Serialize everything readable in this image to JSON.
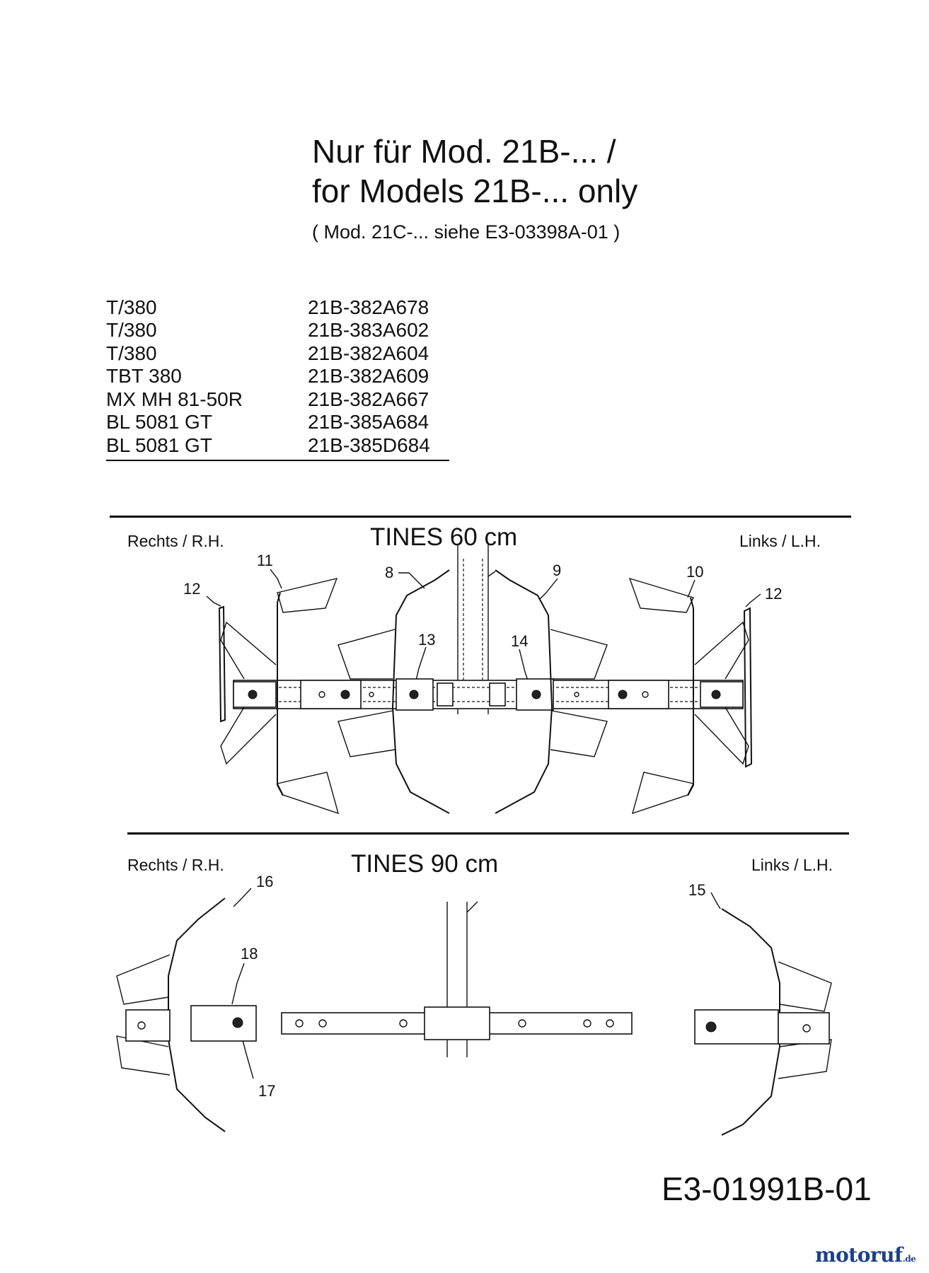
{
  "title": {
    "line1": "Nur für Mod.  21B-... /",
    "line2": "for  Models  21B-...   only",
    "note": "(  Mod. 21C-...  siehe  E3-03398A-01  )"
  },
  "models": [
    {
      "model": "T/380",
      "code": "21B-382A678"
    },
    {
      "model": "T/380",
      "code": "21B-383A602"
    },
    {
      "model": "T/380",
      "code": "21B-382A604"
    },
    {
      "model": "TBT 380",
      "code": "21B-382A609"
    },
    {
      "model": "MX MH 81-50R",
      "code": "21B-382A667"
    },
    {
      "model": "BL 5081 GT",
      "code": "21B-385A684"
    },
    {
      "model": "BL 5081 GT",
      "code": "21B-385D684"
    }
  ],
  "section_60": {
    "title": "TINES  60 cm",
    "right_label": "Rechts / R.H.",
    "left_label": "Links / L.H.",
    "callouts": [
      "11",
      "12",
      "8",
      "9",
      "10",
      "12",
      "13",
      "14"
    ]
  },
  "section_90": {
    "title": "TINES  90 cm",
    "right_label": "Rechts / R.H.",
    "left_label": "Links / L.H.",
    "callouts": [
      "16",
      "18",
      "17",
      "15"
    ]
  },
  "doc_number": "E3-01991B-01",
  "watermark": {
    "main": "motoruf",
    "suffix": ".de"
  }
}
